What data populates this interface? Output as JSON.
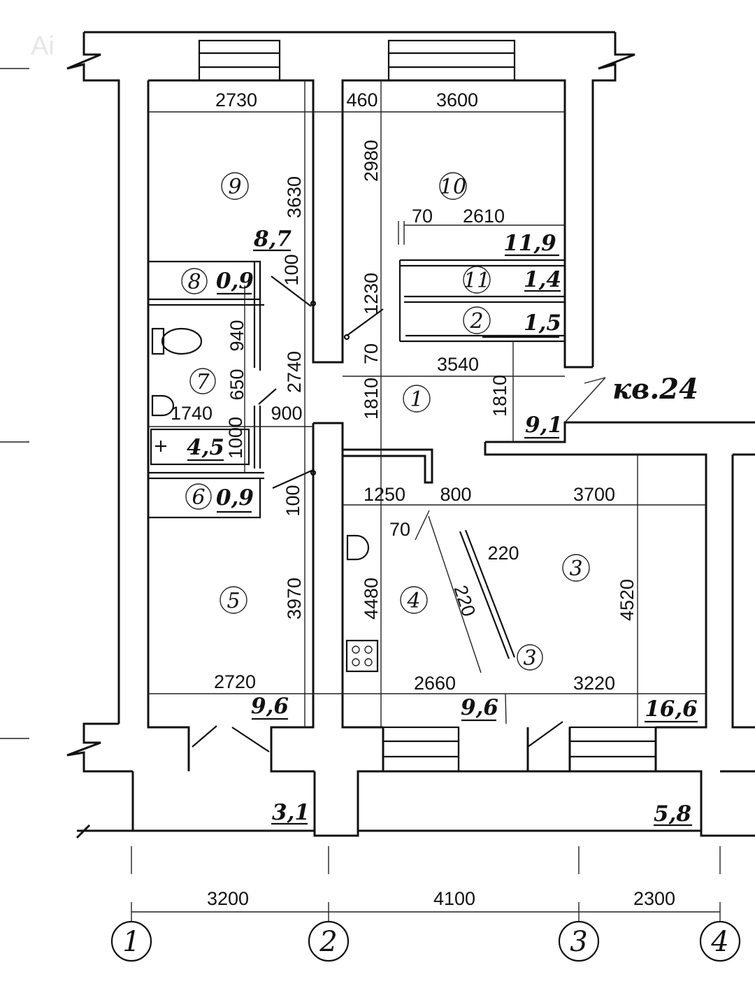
{
  "apartment_label": "кв.24",
  "watermark": "Ai",
  "rooms": [
    {
      "number": "1",
      "area": "9,1"
    },
    {
      "number": "2",
      "area": "1,5"
    },
    {
      "number": "3",
      "area": "16,6"
    },
    {
      "number": "4",
      "area": "9,6"
    },
    {
      "number": "5",
      "area": "9,6"
    },
    {
      "number": "6",
      "area": "0,9"
    },
    {
      "number": "7",
      "area": "4,5"
    },
    {
      "number": "8",
      "area": "0,9"
    },
    {
      "number": "9",
      "area": "8,7"
    },
    {
      "number": "10",
      "area": "11,9"
    },
    {
      "number": "11",
      "area": "1,4"
    }
  ],
  "balcony_areas": [
    "3,1",
    "5,8"
  ],
  "door_marker": "3",
  "dimensions": {
    "room9_width": "2730",
    "room9_depth": "3630",
    "gap_460": "460",
    "room10_width": "3600",
    "room10_depth": "2980",
    "wall_70_a": "70",
    "room10_inner": "2610",
    "hall_1230": "1230",
    "wall_70_b": "70",
    "hall_3540": "3540",
    "room8_100": "100",
    "wc_940": "940",
    "wc_650": "650",
    "wc_1740": "1740",
    "corr_2740": "2740",
    "corr_900": "900",
    "bath_1000": "1000",
    "hall_1810_a": "1810",
    "hall_1810_b": "1810",
    "room6_100": "100",
    "k_1250": "1250",
    "k_800": "800",
    "r3_3700": "3700",
    "k_70": "70",
    "diag_220_a": "220",
    "diag_220_b": "220",
    "r5_3970": "3970",
    "k_4480": "4480",
    "r3_4520": "4520",
    "r5_2720": "2720",
    "k_2660": "2660",
    "r3_3220": "3220"
  },
  "axes": {
    "labels": [
      "1",
      "2",
      "3",
      "4"
    ],
    "spacings": [
      "3200",
      "4100",
      "2300"
    ]
  }
}
